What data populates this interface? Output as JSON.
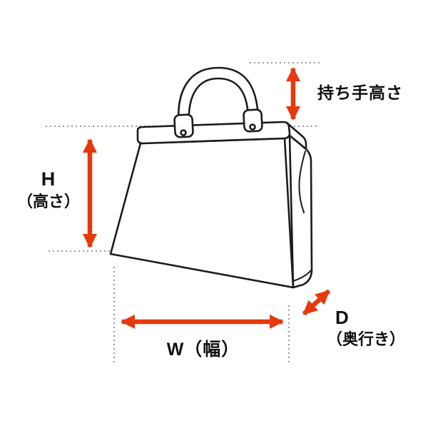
{
  "diagram": {
    "labels": {
      "handle_height": "持ち手高さ",
      "height_letter": "H",
      "height_caption": "（高さ）",
      "width": "W（幅）",
      "depth_letter": "D",
      "depth_caption": "（奥行き）"
    },
    "colors": {
      "arrow": "#e8380d",
      "outline": "#1c1c1c",
      "guide": "#999999",
      "background": "#ffffff"
    }
  }
}
